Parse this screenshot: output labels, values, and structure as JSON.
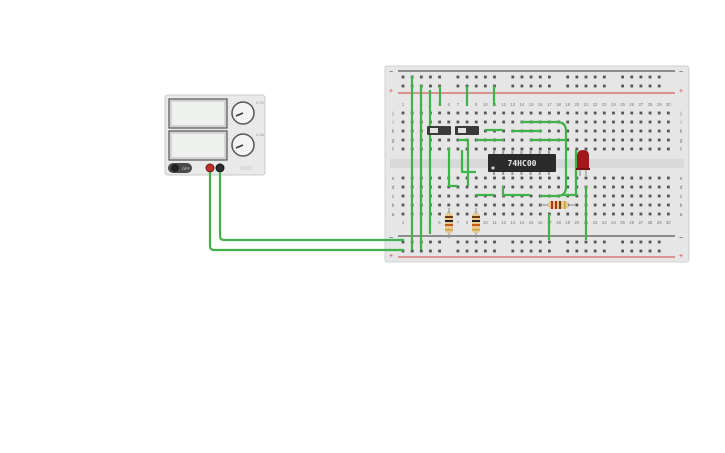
{
  "power_supply": {
    "button_label": "OFF",
    "voltage_mark": "0.0V",
    "current_mark": "0.0A"
  },
  "breadboard": {
    "rows_top": [
      "j",
      "i",
      "h",
      "g",
      "f"
    ],
    "rows_bottom": [
      "e",
      "d",
      "c",
      "b",
      "a"
    ],
    "column_count": 30,
    "rail_minus": "−",
    "rail_plus": "+"
  },
  "chip": {
    "label": "74HC00"
  },
  "colors": {
    "wire": "#3fb34a",
    "rail_red": "#d23c3c",
    "rail_dark": "#333333",
    "board": "#e6e6e6",
    "led": "#9c1c1c"
  }
}
